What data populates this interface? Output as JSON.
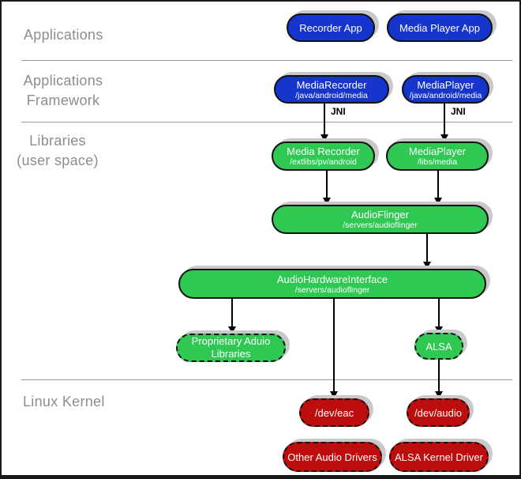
{
  "layers": {
    "applications": "Applications",
    "framework_line1": "Applications",
    "framework_line2": "Framework",
    "libraries_line1": "Libraries",
    "libraries_line2": "(user space)",
    "kernel": "Linux Kernel"
  },
  "nodes": {
    "recorder_app": {
      "label": "Recorder App"
    },
    "media_player_app": {
      "label": "Media Player App"
    },
    "media_recorder_fw": {
      "label": "MediaRecorder",
      "sublabel": "/java/android/media"
    },
    "media_player_fw": {
      "label": "MediaPlayer",
      "sublabel": "/java/android/media"
    },
    "media_recorder_lib": {
      "label": "Media Recorder",
      "sublabel": "/extlibs/pv/android"
    },
    "media_player_lib": {
      "label": "MediaPlayer",
      "sublabel": "/libs/media"
    },
    "audio_flinger": {
      "label": "AudioFlinger",
      "sublabel": "/servers/audioflinger"
    },
    "audio_hardware_interface": {
      "label": "AudioHardwareInterface",
      "sublabel": "/servers/audioflinger"
    },
    "proprietary_audio_libraries": {
      "label": "Proprietary Aduio Libraries"
    },
    "alsa": {
      "label": "ALSA"
    },
    "dev_eac": {
      "label": "/dev/eac"
    },
    "dev_audio": {
      "label": "/dev/audio"
    },
    "other_audio_drivers": {
      "label": "Other Audio Drivers"
    },
    "alsa_kernel_driver": {
      "label": "ALSA Kernel Driver"
    }
  },
  "edge_labels": {
    "jni_left": "JNI",
    "jni_right": "JNI"
  },
  "colors": {
    "app_blue": "#1535cc",
    "lib_green": "#2ec853",
    "kernel_red": "#be0d0d",
    "shadow_gray": "#c9c9c9",
    "divider_gray": "#9a9a9a",
    "label_gray": "#8d8d8d"
  }
}
